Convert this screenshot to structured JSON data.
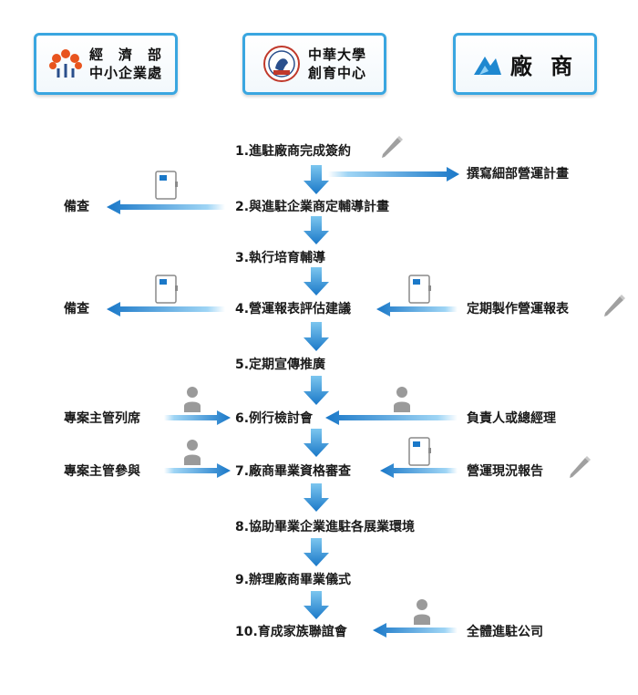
{
  "header": {
    "moea_line1": "經　濟　部",
    "moea_line2": "中小企業處",
    "univ_line1": "中華大學",
    "univ_line2": "創育中心",
    "vendor": "廠 商"
  },
  "steps": [
    "1.進駐廠商完成簽約",
    "2.與進駐企業商定輔導計畫",
    "3.執行培育輔導",
    "4.營運報表評估建議",
    "5.定期宣傳推廣",
    "6.例行檢討會",
    "7.廠商畢業資格審查",
    "8.協助畢業企業進駐各展業環境",
    "9.辦理廠商畢業儀式",
    "10.育成家族聯誼會"
  ],
  "left": {
    "l2": "備查",
    "l4": "備查",
    "l6": "專案主管列席",
    "l7": "專案主管參與"
  },
  "right": {
    "r1": "撰寫細部營運計畫",
    "r4": "定期製作營運報表",
    "r6": "負責人或總經理",
    "r7": "營運現況報告",
    "r10": "全體進駐公司"
  },
  "colors": {
    "accent": "#1a7fce",
    "border": "#3aa6e0",
    "icon_gray": "#9a9a9a"
  }
}
